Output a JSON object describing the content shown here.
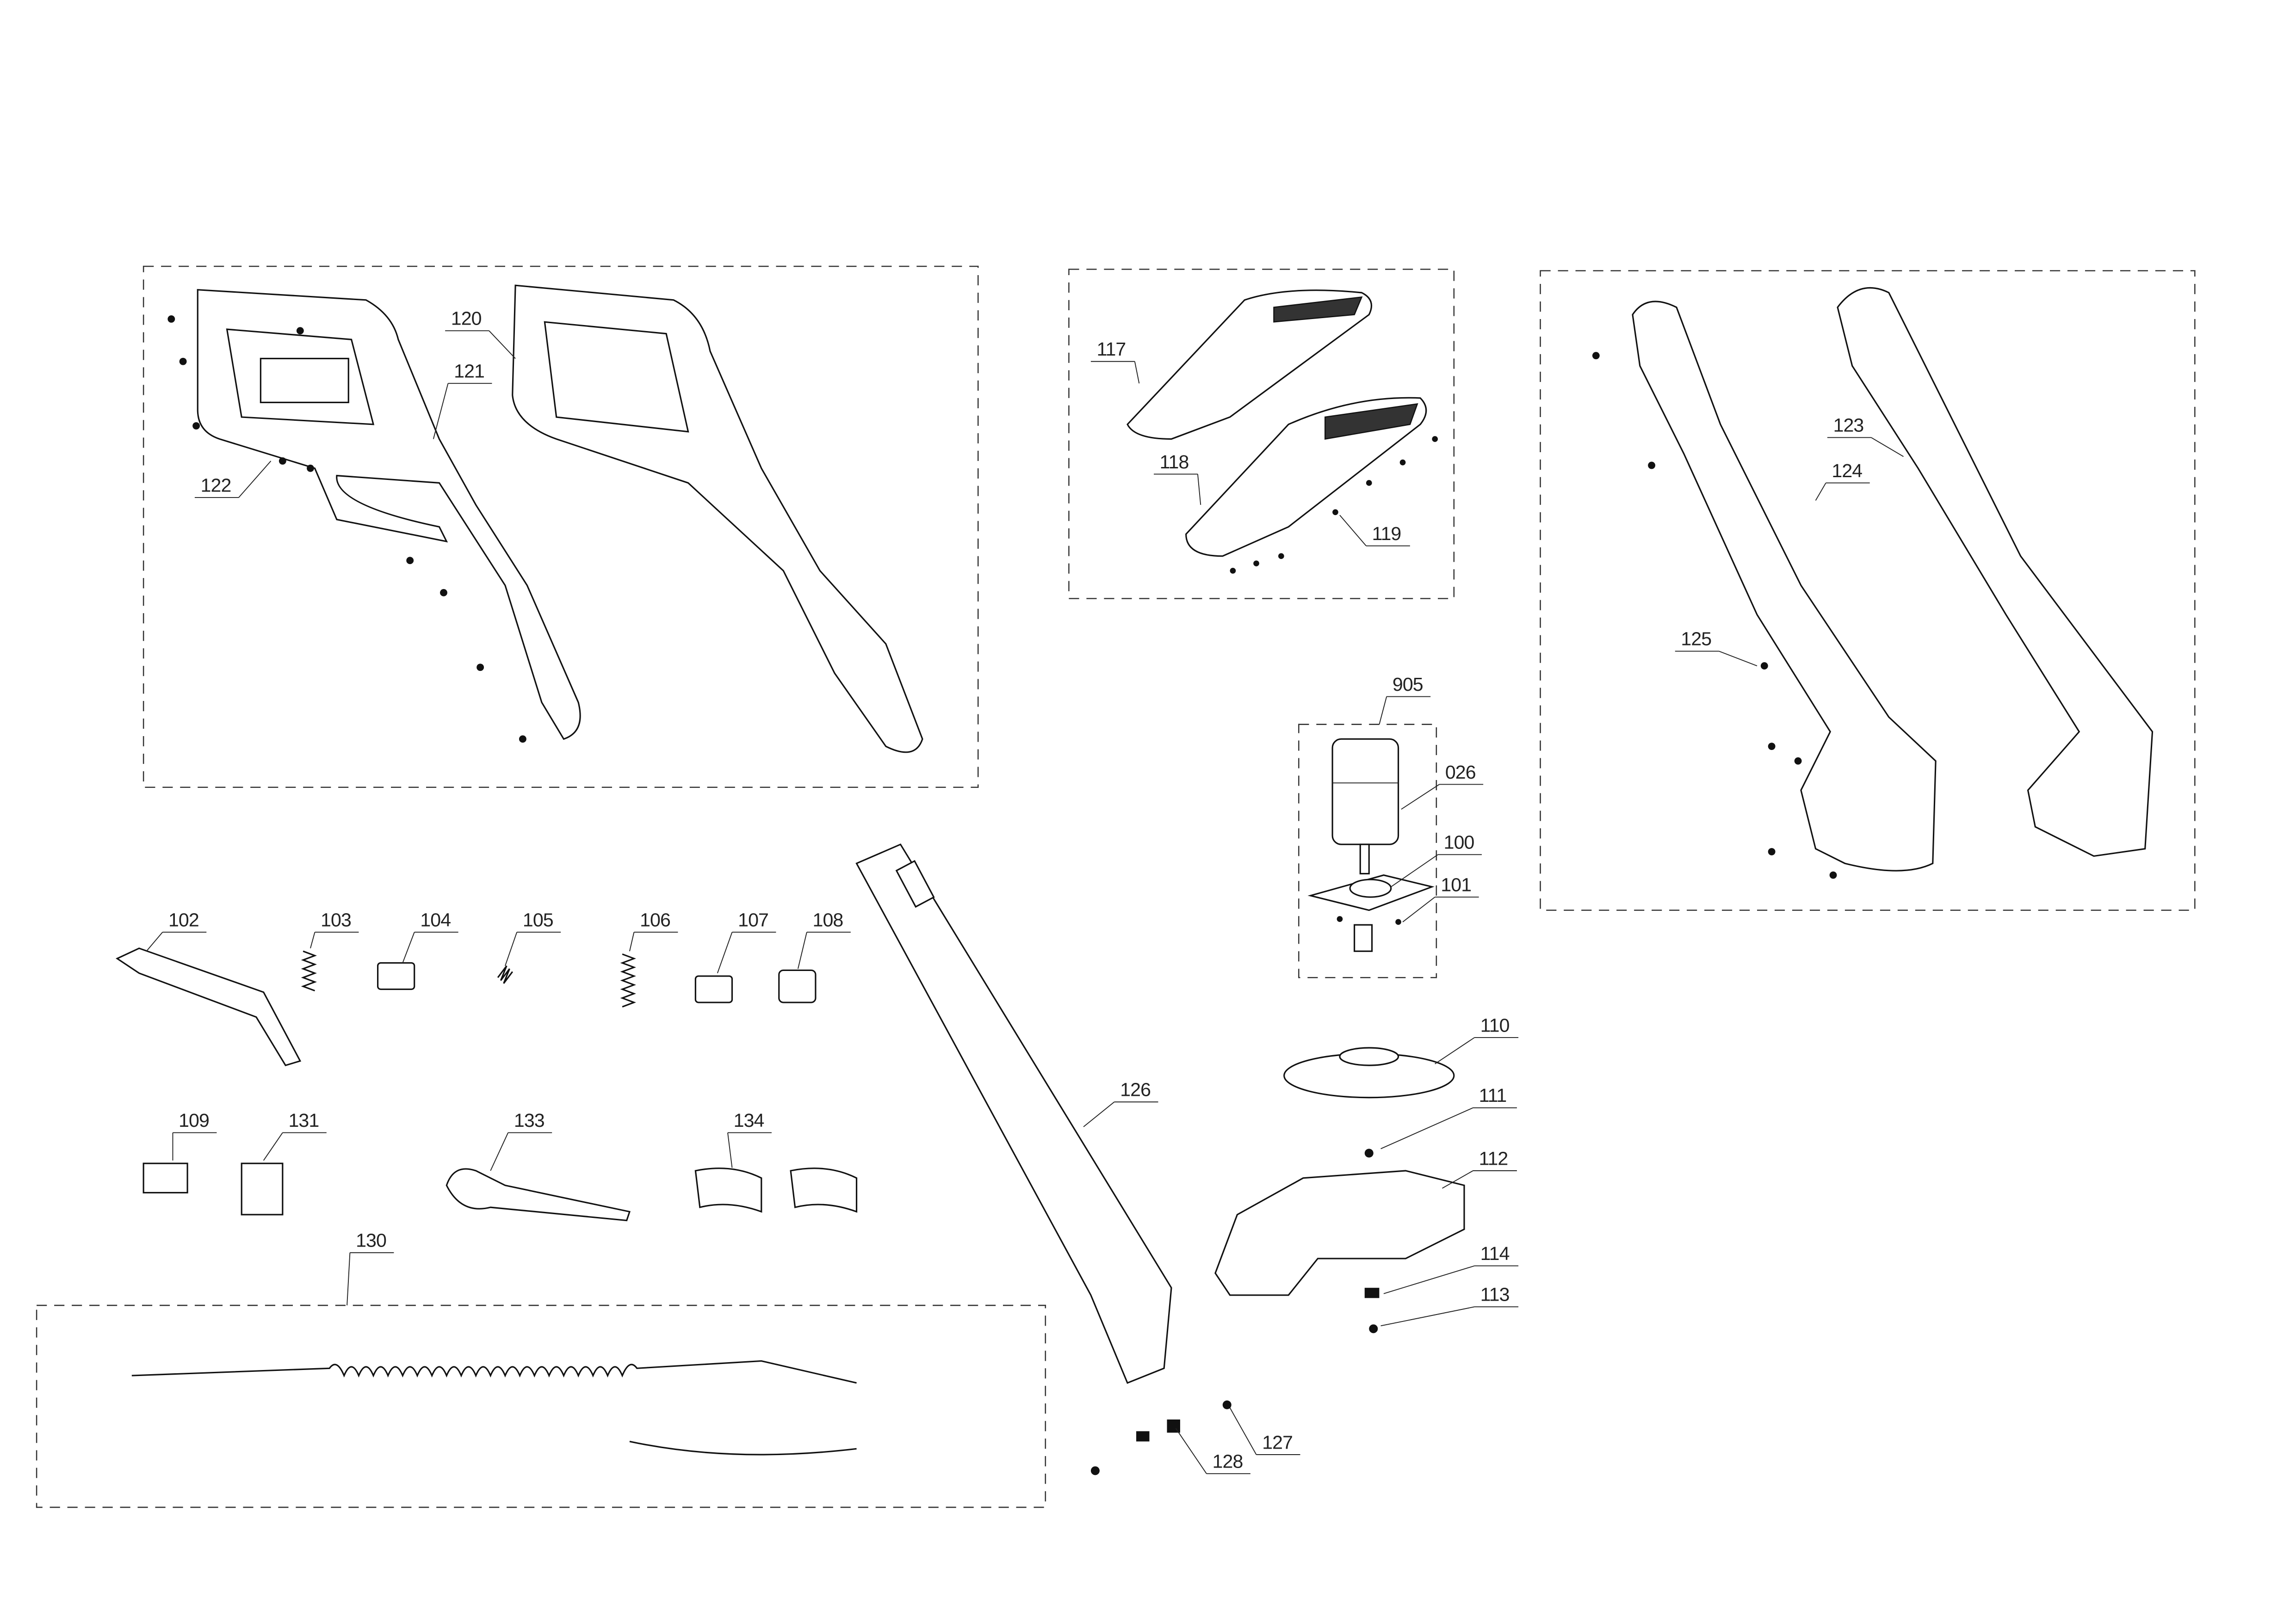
{
  "diagram": {
    "type": "exploded-parts-diagram",
    "part_labels": {
      "p120": "120",
      "p121": "121",
      "p122": "122",
      "p117": "117",
      "p118": "118",
      "p119": "119",
      "p123": "123",
      "p124": "124",
      "p125": "125",
      "p905": "905",
      "p026": "026",
      "p100": "100",
      "p101": "101",
      "p102": "102",
      "p103": "103",
      "p104": "104",
      "p105": "105",
      "p106": "106",
      "p107": "107",
      "p108": "108",
      "p109": "109",
      "p131": "131",
      "p133": "133",
      "p134": "134",
      "p130": "130",
      "p126": "126",
      "p110": "110",
      "p111": "111",
      "p112": "112",
      "p114": "114",
      "p113": "113",
      "p127": "127",
      "p128": "128"
    }
  }
}
